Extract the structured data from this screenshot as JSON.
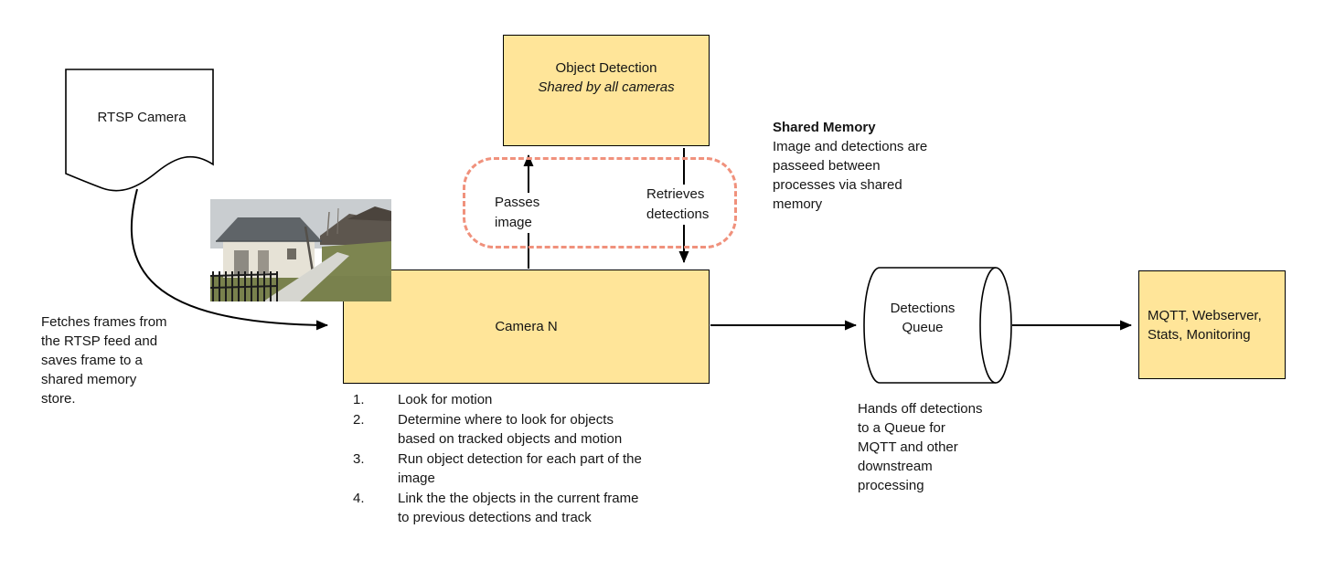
{
  "colors": {
    "node_fill": "#FFE599",
    "node_border": "#000000",
    "shared_memory_dash": "#F0917C",
    "arrow": "#000000"
  },
  "rtsp": {
    "label": "RTSP Camera",
    "note": "Fetches frames from\nthe RTSP feed and\nsaves frame to a\nshared memory\nstore."
  },
  "object_detection": {
    "title": "Object Detection",
    "subtitle": "Shared by all cameras"
  },
  "shared_memory": {
    "title": "Shared Memory",
    "body": "Image and detections are\npasseed between\nprocesses via shared\nmemory"
  },
  "flows": {
    "passes_image": "Passes\nimage",
    "retrieves_detections": "Retrieves\ndetections"
  },
  "camera_n": {
    "label": "Camera N",
    "steps": [
      {
        "num": "1.",
        "text": "Look for motion"
      },
      {
        "num": "2.",
        "text": "Determine where to look for objects\nbased on tracked objects and motion"
      },
      {
        "num": "3.",
        "text": "Run object detection for each part of the\nimage"
      },
      {
        "num": "4.",
        "text": "Link the the objects in the current frame\nto previous detections and track"
      }
    ]
  },
  "detections_queue": {
    "label": "Detections\nQueue",
    "note": "Hands off detections\nto a Queue for\nMQTT and other\ndownstream\nprocessing"
  },
  "sink": {
    "label": "MQTT, Webserver,\nStats, Monitoring"
  }
}
